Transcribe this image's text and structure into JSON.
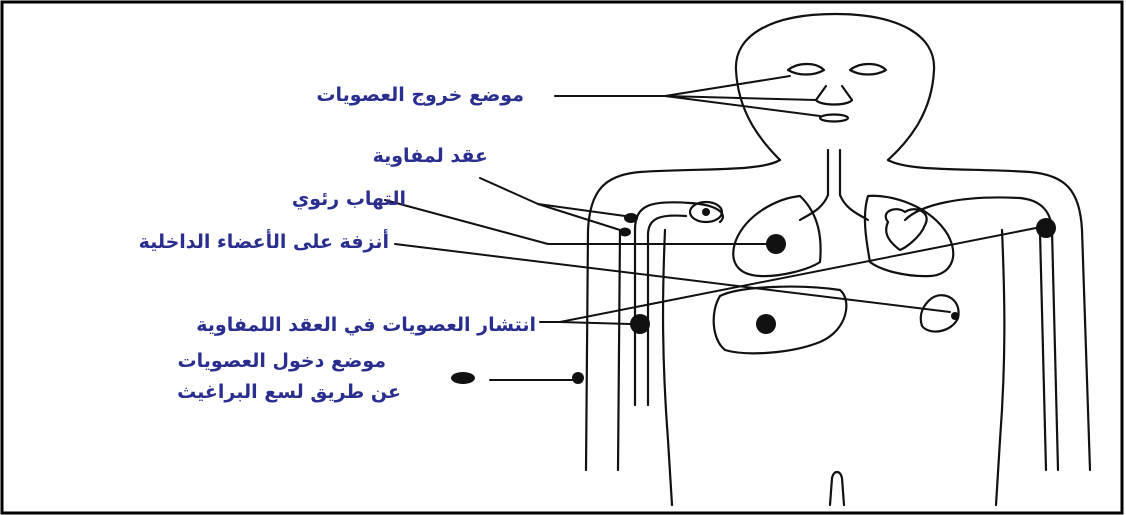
{
  "labels": {
    "exit_site": "موضع خروج العصويات",
    "lymph_nodes": "عقد لمفاوية",
    "pneumonia": "التهاب رئوي",
    "hemorrhage": "أنزفة على الأعضاء الداخلية",
    "spread_nodes": "انتشار العصويات في العقد اللمفاوية",
    "entry_line1": "موضع دخول العصويات",
    "entry_line2": "عن طريق لسع البراغيث"
  },
  "colors": {
    "label_text": "#2a2f8f",
    "outline": "#111111",
    "frame": "#000000"
  }
}
